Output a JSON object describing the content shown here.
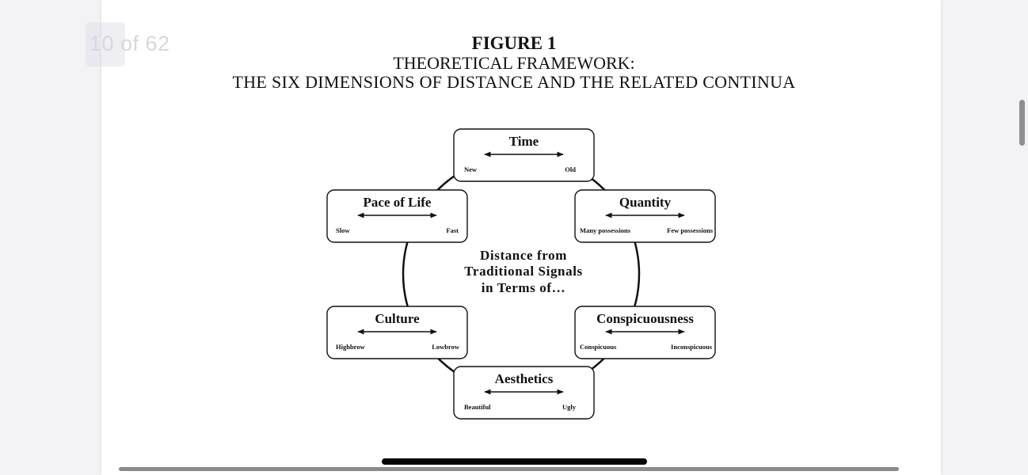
{
  "viewer": {
    "page_counter": "10 of 62"
  },
  "figure": {
    "label": "FIGURE 1",
    "title_line1": "THEORETICAL FRAMEWORK:",
    "title_line2": "THE SIX DIMENSIONS OF DISTANCE AND THE RELATED CONTINUA",
    "center_text": [
      "Distance from",
      "Traditional Signals",
      "in Terms of…"
    ],
    "dimensions": [
      {
        "name": "Time",
        "left": "New",
        "right": "Old"
      },
      {
        "name": "Quantity",
        "left": "Many possessions",
        "right": "Few possessions"
      },
      {
        "name": "Conspicuousness",
        "left": "Conspicuous",
        "right": "Inconspicuous"
      },
      {
        "name": "Aesthetics",
        "left": "Beautiful",
        "right": "Ugly"
      },
      {
        "name": "Culture",
        "left": "Highbrow",
        "right": "Lowbrow"
      },
      {
        "name": "Pace of Life",
        "left": "Slow",
        "right": "Fast"
      }
    ]
  }
}
